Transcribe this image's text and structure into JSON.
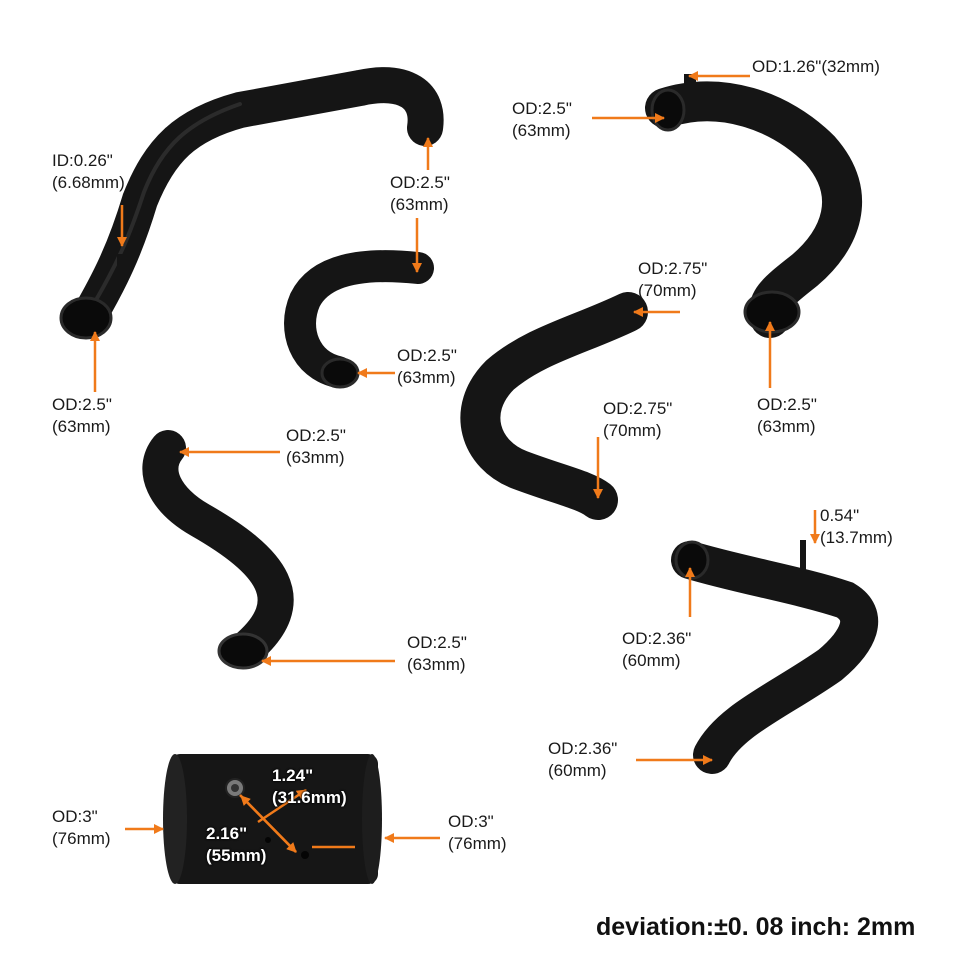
{
  "colors": {
    "pipe": "#151515",
    "pipe_highlight": "#3a3a3a",
    "arrow": "#f07a1a",
    "text": "#1a1a1a",
    "background": "#ffffff"
  },
  "labels": {
    "id_026": [
      "ID:0.26\"",
      "(6.68mm)"
    ],
    "p1_bottom": [
      "OD:2.5\"",
      "(63mm)"
    ],
    "p1_top_right": [
      "OD:2.5\"",
      "(63mm)"
    ],
    "p2_right": [
      "OD:2.5\"",
      "(63mm)"
    ],
    "p3_top": [
      "OD:2.5\"",
      "(63mm)"
    ],
    "p3_bottom": [
      "OD:2.5\"",
      "(63mm)"
    ],
    "p4_top": [
      "OD:2.75\"",
      "(70mm)"
    ],
    "p4_bottom": [
      "OD:2.75\"",
      "(70mm)"
    ],
    "p5_top_left": [
      "OD:2.5\"",
      "(63mm)"
    ],
    "p5_top_right": [
      "OD:1.26\"(32mm)"
    ],
    "p5_bottom": [
      "OD:2.5\"",
      "(63mm)"
    ],
    "p6_tab": [
      "0.54\"",
      "(13.7mm)"
    ],
    "p6_left": [
      "OD:2.36\"",
      "(60mm)"
    ],
    "p6_bottom": [
      "OD:2.36\"",
      "(60mm)"
    ],
    "coupler_left": [
      "OD:3\"",
      "(76mm)"
    ],
    "coupler_right": [
      "OD:3\"",
      "(76mm)"
    ],
    "coupler_spacing_1": [
      "1.24\"",
      "(31.6mm)"
    ],
    "coupler_spacing_2": [
      "2.16\"",
      "(55mm)"
    ]
  },
  "footer": "deviation:±0. 08 inch: 2mm"
}
